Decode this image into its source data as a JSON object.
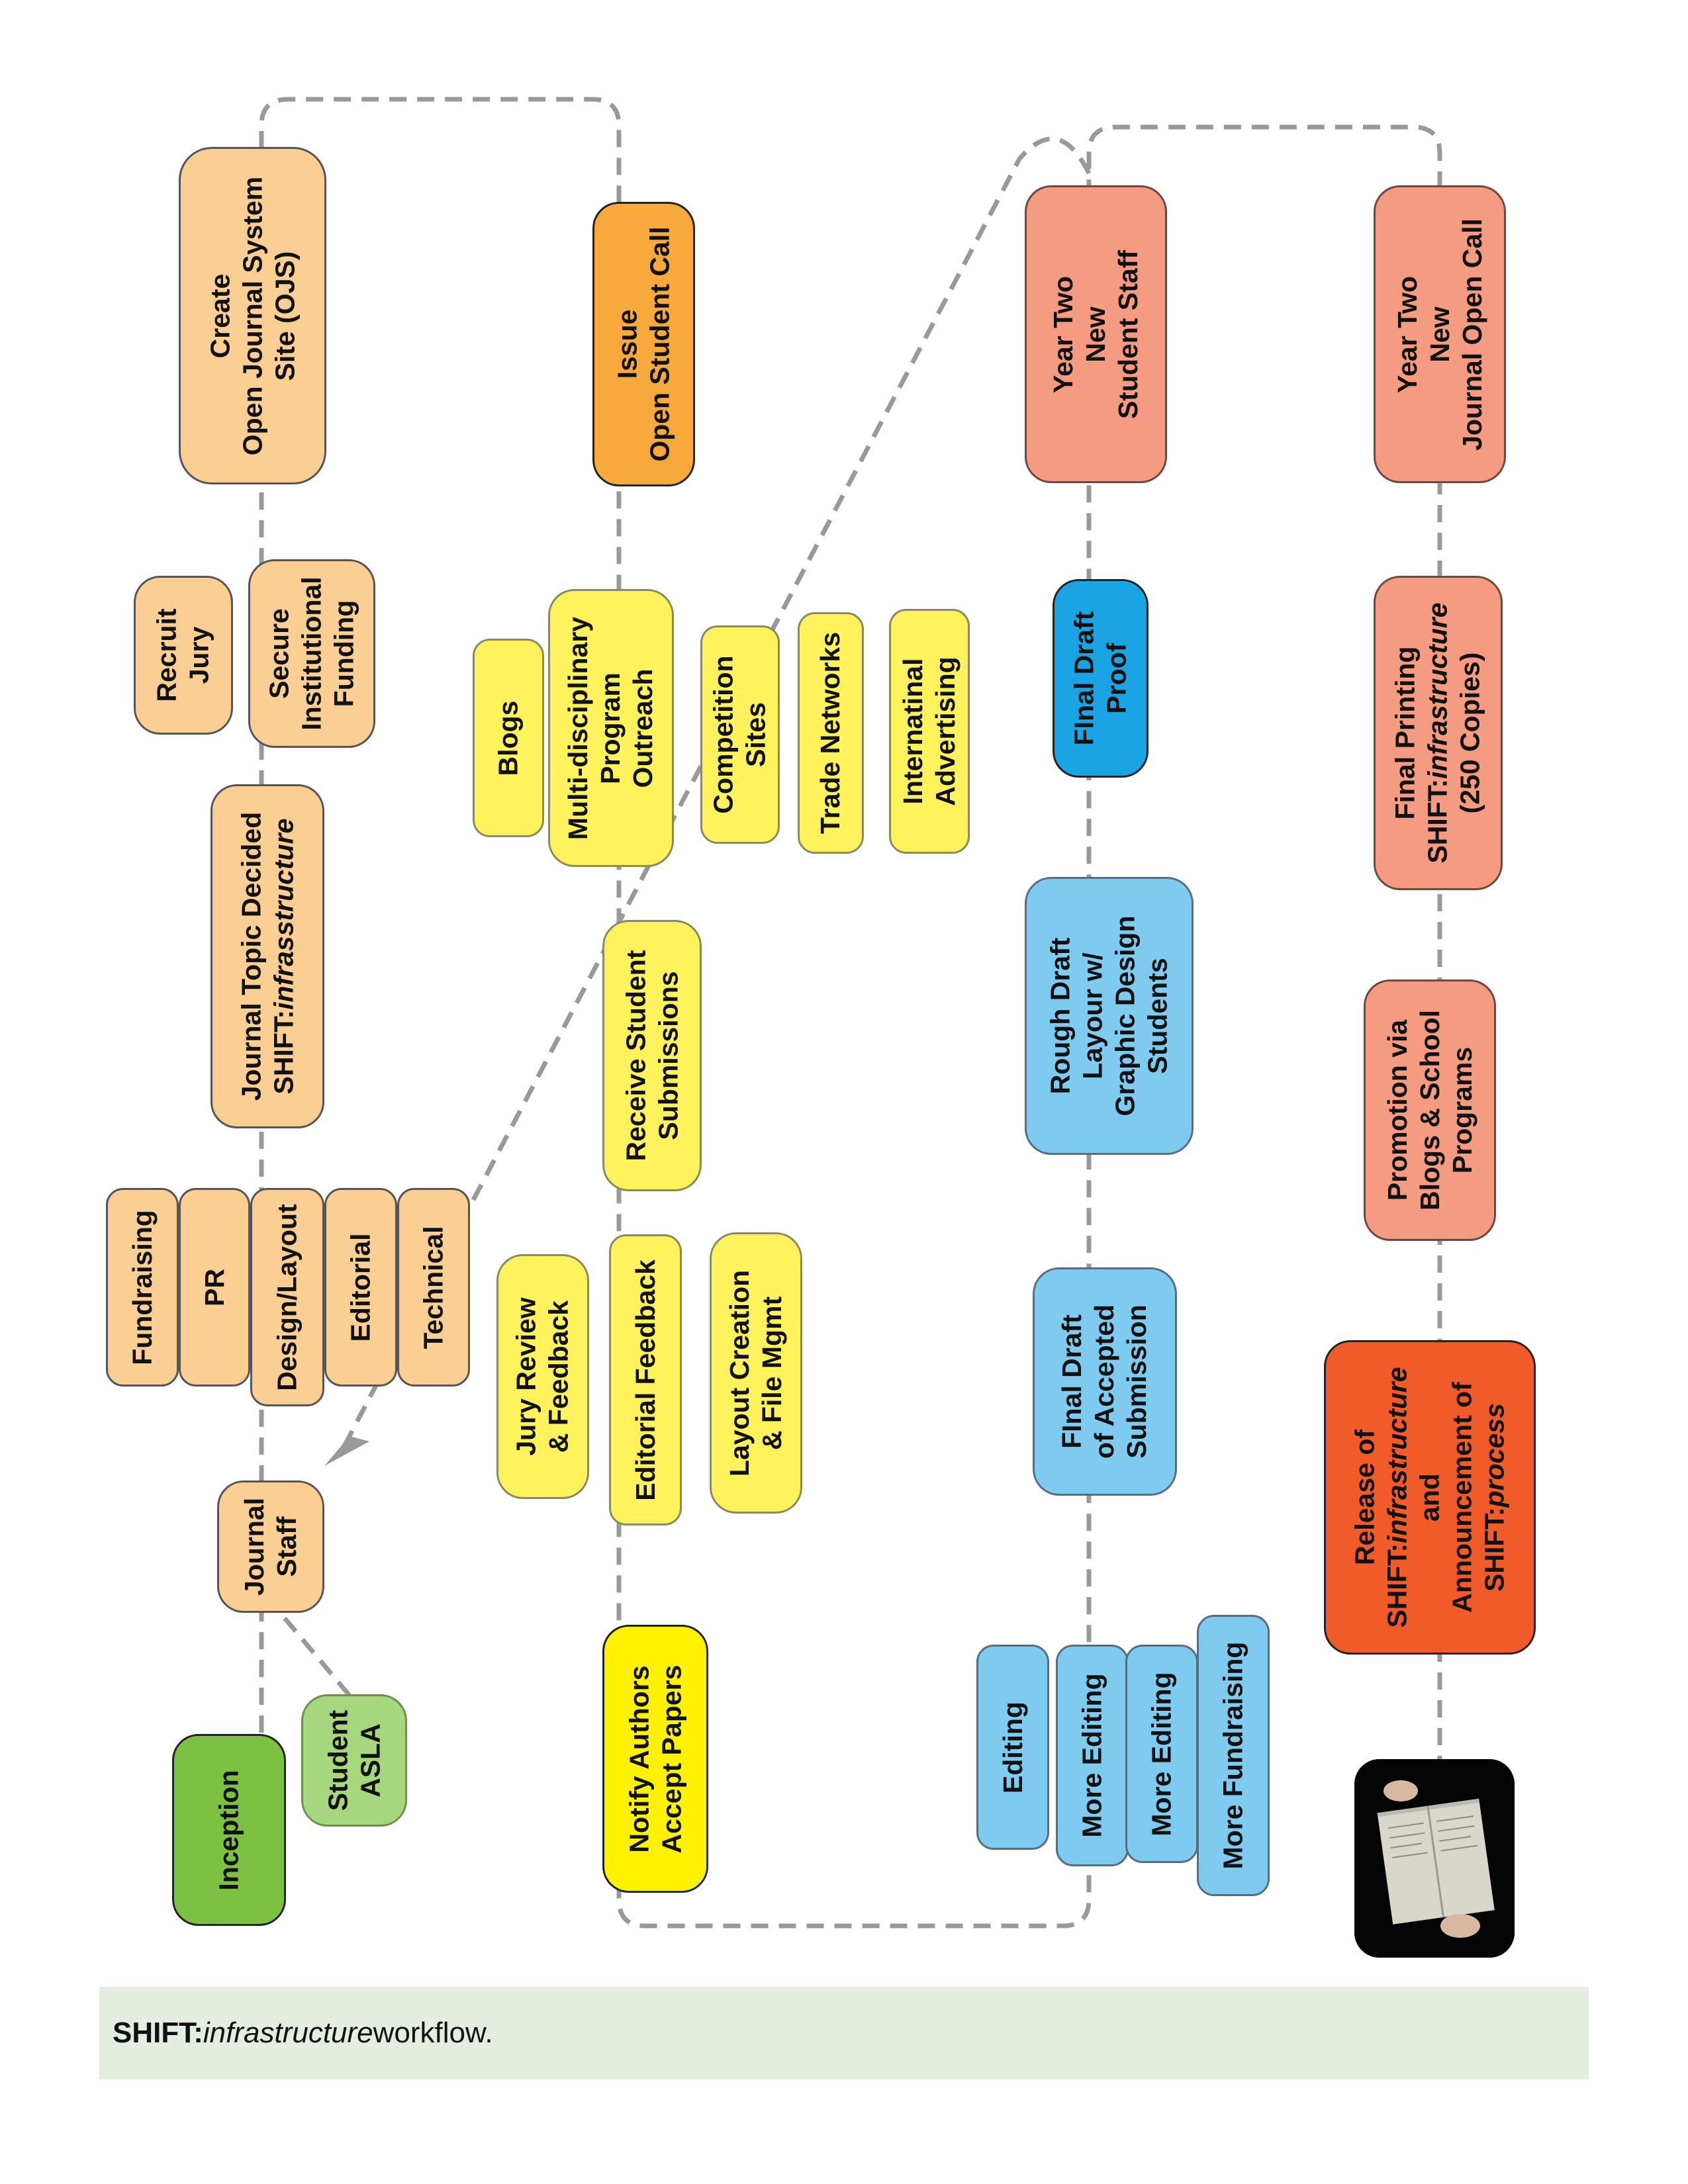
{
  "nodes": {
    "inception": "Inception",
    "student_asla": [
      "Student",
      "ASLA"
    ],
    "journal_staff": [
      "Journal",
      "Staff"
    ],
    "fundraising": "Fundraising",
    "pr": "PR",
    "design_layout": "Design/Layout",
    "editorial": "Editorial",
    "technical": "Technical",
    "journal_topic": [
      "Journal Topic Decided",
      "SHIFT:",
      "infrasstructure"
    ],
    "recruit_jury": [
      "Recruit",
      "Jury"
    ],
    "secure_funding": [
      "Secure",
      "Institutional",
      "Funding"
    ],
    "create_ojs": [
      "Create",
      "Open Journal System",
      "Site (OJS)"
    ],
    "issue_call": [
      "Issue",
      "Open Student Call"
    ],
    "blogs": "Blogs",
    "multi_outreach": [
      "Multi-disciplinary",
      "Program",
      "Outreach"
    ],
    "competition_sites": [
      "Competition",
      "Sites"
    ],
    "trade_networks": "Trade Networks",
    "international_advertising": [
      "Internatinal",
      "Advertising"
    ],
    "receive_submissions": [
      "Receive Student",
      "Submissions"
    ],
    "jury_review": [
      "Jury Review",
      "& Feedback"
    ],
    "editorial_feedback": "Editorial Feedback",
    "layout_creation": [
      "Layout Creation",
      "& File Mgmt"
    ],
    "notify_authors": [
      "Notify Authors",
      "Accept Papers"
    ],
    "editing": "Editing",
    "more_editing_1": "More Editing",
    "more_editing_2": "More Editing",
    "more_fundraising": "More Fundraising",
    "final_draft_accepted": [
      "FInal Draft",
      "of Accepted",
      "Submission"
    ],
    "rough_draft": [
      "Rough Draft",
      "Layour w/",
      "Graphic Design",
      "Students"
    ],
    "final_draft_proof": [
      "FInal Draft",
      "Proof"
    ],
    "year_two_staff": [
      "Year Two",
      "New",
      "Student Staff"
    ],
    "release": [
      "Release of",
      "SHIFT:",
      "infrastructure",
      "and",
      "Announcement of",
      "SHIFT:",
      "process"
    ],
    "promotion": [
      "Promotion via",
      "Blogs & School",
      "Programs"
    ],
    "final_printing": [
      "Final Printing",
      "SHIFT:",
      "infrastructure",
      "(250 Copies)"
    ],
    "year_two_call": [
      "Year Two",
      "New",
      "Journal Open Call"
    ]
  },
  "caption": {
    "bold": "SHIFT:",
    "italic": "infrastructure",
    "rest": " workflow."
  },
  "colors": {
    "orange_light": "#fbcf93",
    "orange": "#f7a93b",
    "yellow": "#fff25c",
    "yellow_strong": "#fff200",
    "blue_light": "#7ecbef",
    "blue": "#1aa4e3",
    "salmon": "#f59b82",
    "red_orange": "#f15a29",
    "green_light": "#a6d67d",
    "green": "#7dc142",
    "caption_bg": "#e3eee1"
  },
  "image": "printed journal photo"
}
